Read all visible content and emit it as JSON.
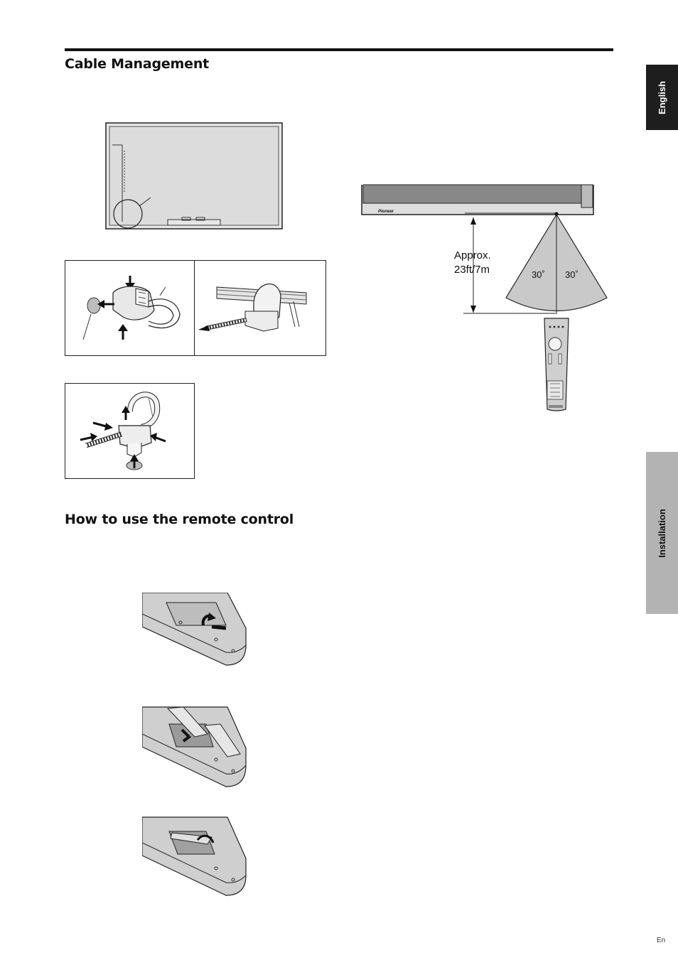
{
  "header": {
    "section_title": "Cable Management"
  },
  "section2": {
    "title": "How to use the remote control"
  },
  "side_tabs": {
    "language": "English",
    "chapter": "Installation"
  },
  "range_diagram": {
    "distance_line1": "Approx.",
    "distance_line2": "23ft/7m",
    "angle_left": "30˚",
    "angle_right": "30˚",
    "brand": "Pioneer"
  },
  "footer": {
    "page_label": "En"
  },
  "colors": {
    "tab_dark": "#1e1e1e",
    "tab_light": "#b3b3b3",
    "fan_fill": "#c9c9c9",
    "remote_body": "#cfcfcf"
  }
}
